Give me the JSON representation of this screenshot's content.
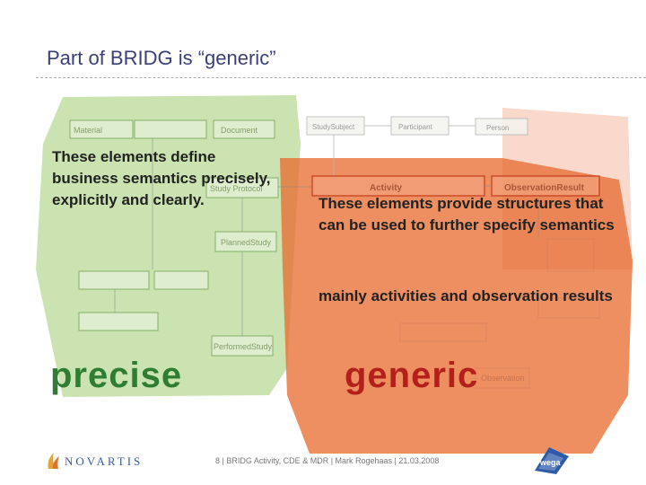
{
  "slide": {
    "title": "Part of BRIDG is “generic”"
  },
  "green_area": {
    "note": "These elements define business semantics precisely, explicitly and clearly.",
    "label": "precise"
  },
  "orange_area": {
    "note1": "These elements provide structures that can be used to further specify semantics",
    "note2": "mainly activities and observation results",
    "label": "generic"
  },
  "diagram_labels": {
    "document": "Document",
    "study_protocol": "Study Protocol",
    "planned_study": "PlannedStudy",
    "performed_study": "PerformedStudy",
    "activity": "Activity",
    "observation_result": "ObservationResult",
    "study_subject": "StudySubject",
    "participant": "Participant",
    "person": "Person",
    "observation": "Observation",
    "material": "Material"
  },
  "footer": {
    "text": "8 | BRIDG Activity, CDE & MDR | Mark Rogehaas | 21.03.2008",
    "company": "NOVARTIS",
    "partner": "wega"
  },
  "colors": {
    "title": "#3a3f7a",
    "green": "#8cc152",
    "orange": "#e8692e",
    "precise_text": "#2e7d32",
    "generic_text": "#b3201c"
  }
}
